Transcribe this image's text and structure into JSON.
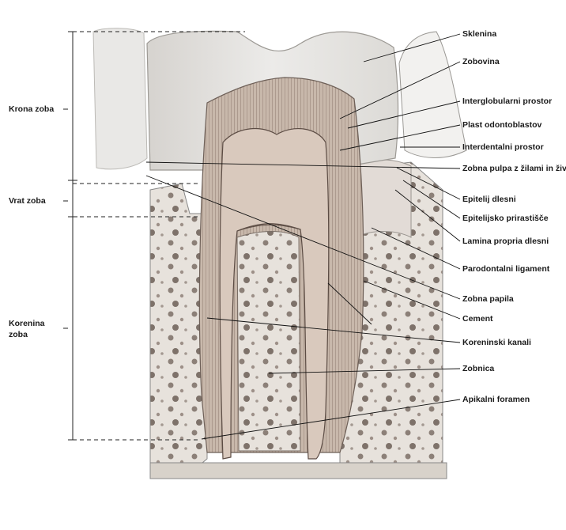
{
  "regions": {
    "crown": "Krona zoba",
    "neck": "Vrat zoba",
    "root_line1": "Korenina",
    "root_line2": "zoba"
  },
  "labels": [
    "Sklenina",
    "Zobovina",
    "Interglobularni prostor",
    "Plast odontoblastov",
    "Interdentalni prostor",
    "Zobna pulpa z žilami in živci",
    "Epitelij dlesni",
    "Epitelijsko prirastišče",
    "Lamina propria dlesni",
    "Parodontalni ligament",
    "Zobna papila",
    "Cement",
    "Koreninski kanali",
    "Zobnica",
    "Apikalni foramen"
  ]
}
